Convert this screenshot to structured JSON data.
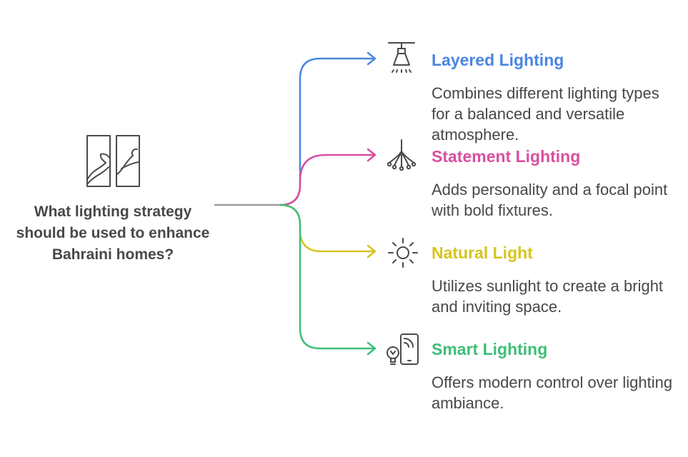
{
  "question": {
    "text": "What lighting strategy should be used to enhance Bahraini homes?",
    "icon": "window-icon"
  },
  "colors": {
    "stem": "#9a9a9a",
    "text": "#484848",
    "icon": "#4a4a4a"
  },
  "branches": [
    {
      "title": "Layered Lighting",
      "description": "Combines different lighting types for a balanced and versatile atmosphere.",
      "color": "#4a86e0",
      "icon": "ceiling-lamp-icon"
    },
    {
      "title": "Statement Lighting",
      "description": "Adds personality and a focal point with bold fixtures.",
      "color": "#d94f9f",
      "icon": "chandelier-icon"
    },
    {
      "title": "Natural Light",
      "description": "Utilizes sunlight to create a bright and inviting space.",
      "color": "#d6c51f",
      "icon": "sun-icon"
    },
    {
      "title": "Smart Lighting",
      "description": "Offers modern control over lighting ambiance.",
      "color": "#3fbe78",
      "icon": "smart-bulb-phone-icon"
    }
  ]
}
